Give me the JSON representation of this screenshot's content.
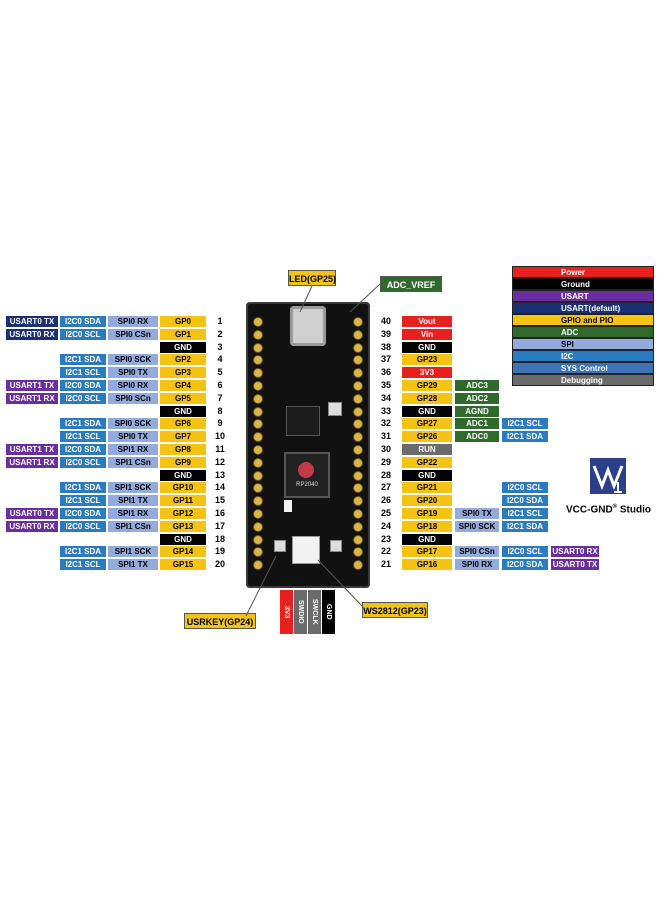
{
  "legend": [
    {
      "label": "Power",
      "color": "#e8201e"
    },
    {
      "label": "Ground",
      "color": "#000000"
    },
    {
      "label": "USART",
      "color": "#6a2ea0"
    },
    {
      "label": "USART(default)",
      "color": "#1c2f72"
    },
    {
      "label": "GPIO and PIO",
      "color": "#f5c314"
    },
    {
      "label": "ADC",
      "color": "#2f6a2c"
    },
    {
      "label": "SPI",
      "color": "#93aadc"
    },
    {
      "label": "I2C",
      "color": "#2b7bc0"
    },
    {
      "label": "SYS Control",
      "color": "#3e73b8"
    },
    {
      "label": "Debugging",
      "color": "#6b6b6b"
    }
  ],
  "brand": "VCC-GND",
  "brand_suffix": "Studio",
  "callouts": {
    "led": "LED(GP25)",
    "adc_vref": "ADC_VREF",
    "userkey": "USRKEY(GP24)",
    "ws2812": "WS2812(GP23)"
  },
  "board_chip_label": "RP2040",
  "debug_pins": [
    "3V3",
    "SWDIO",
    "SWCLK",
    "GND"
  ],
  "left_pins": [
    {
      "num": "1",
      "gpio": "GP0",
      "spi": "SPI0 RX",
      "i2c": "I2C0 SDA",
      "uart": "USART0 TX",
      "uart_default": true
    },
    {
      "num": "2",
      "gpio": "GP1",
      "spi": "SPI0 CSn",
      "i2c": "I2C0 SCL",
      "uart": "USART0 RX",
      "uart_default": true
    },
    {
      "num": "3",
      "gnd": true,
      "gpio": "GND"
    },
    {
      "num": "4",
      "gpio": "GP2",
      "spi": "SPI0 SCK",
      "i2c": "I2C1 SDA"
    },
    {
      "num": "5",
      "gpio": "GP3",
      "spi": "SPI0 TX",
      "i2c": "I2C1 SCL"
    },
    {
      "num": "6",
      "gpio": "GP4",
      "spi": "SPI0 RX",
      "i2c": "I2C0 SDA",
      "uart": "USART1 TX"
    },
    {
      "num": "7",
      "gpio": "GP5",
      "spi": "SPI0 SCn",
      "i2c": "I2C0 SCL",
      "uart": "USART1 RX"
    },
    {
      "num": "8",
      "gnd": true,
      "gpio": "GND"
    },
    {
      "num": "9",
      "gpio": "GP6",
      "spi": "SPI0 SCK",
      "i2c": "I2C1 SDA"
    },
    {
      "num": "10",
      "gpio": "GP7",
      "spi": "SPI0 TX",
      "i2c": "I2C1 SCL"
    },
    {
      "num": "11",
      "gpio": "GP8",
      "spi": "SPI1 RX",
      "i2c": "I2C0 SDA",
      "uart": "USART1 TX"
    },
    {
      "num": "12",
      "gpio": "GP9",
      "spi": "SPI1 CSn",
      "i2c": "I2C0 SCL",
      "uart": "USART1 RX"
    },
    {
      "num": "13",
      "gnd": true,
      "gpio": "GND"
    },
    {
      "num": "14",
      "gpio": "GP10",
      "spi": "SPI1 SCK",
      "i2c": "I2C1 SDA"
    },
    {
      "num": "15",
      "gpio": "GP11",
      "spi": "SPI1 TX",
      "i2c": "I2C1 SCL"
    },
    {
      "num": "16",
      "gpio": "GP12",
      "spi": "SPI1 RX",
      "i2c": "I2C0 SDA",
      "uart": "USART0 TX"
    },
    {
      "num": "17",
      "gpio": "GP13",
      "spi": "SPI1 CSn",
      "i2c": "I2C0 SCL",
      "uart": "USART0 RX"
    },
    {
      "num": "18",
      "gnd": true,
      "gpio": "GND"
    },
    {
      "num": "19",
      "gpio": "GP14",
      "spi": "SPI1 SCK",
      "i2c": "I2C1 SDA"
    },
    {
      "num": "20",
      "gpio": "GP15",
      "spi": "SPI1 TX",
      "i2c": "I2C1 SCL"
    }
  ],
  "right_pins": [
    {
      "num": "40",
      "kind": "power",
      "label": "Vout"
    },
    {
      "num": "39",
      "kind": "power",
      "label": "Vin"
    },
    {
      "num": "38",
      "kind": "ground",
      "label": "GND"
    },
    {
      "num": "37",
      "kind": "gpio",
      "label": "GP23"
    },
    {
      "num": "36",
      "kind": "power",
      "label": "3V3"
    },
    {
      "num": "35",
      "kind": "gpio",
      "label": "GP29",
      "adc": "ADC3"
    },
    {
      "num": "34",
      "kind": "gpio",
      "label": "GP28",
      "adc": "ADC2"
    },
    {
      "num": "33",
      "kind": "ground",
      "label": "GND",
      "adc": "AGND"
    },
    {
      "num": "32",
      "kind": "gpio",
      "label": "GP27",
      "adc": "ADC1",
      "i2c": "I2C1 SCL"
    },
    {
      "num": "31",
      "kind": "gpio",
      "label": "GP26",
      "adc": "ADC0",
      "i2c": "I2C1 SDA"
    },
    {
      "num": "30",
      "kind": "debug",
      "label": "RUN"
    },
    {
      "num": "29",
      "kind": "gpio",
      "label": "GP22"
    },
    {
      "num": "28",
      "kind": "ground",
      "label": "GND"
    },
    {
      "num": "27",
      "kind": "gpio",
      "label": "GP21",
      "i2c": "I2C0 SCL"
    },
    {
      "num": "26",
      "kind": "gpio",
      "label": "GP20",
      "i2c": "I2C0 SDA"
    },
    {
      "num": "25",
      "kind": "gpio",
      "label": "GP19",
      "spi": "SPI0 TX",
      "i2c": "I2C1 SCL"
    },
    {
      "num": "24",
      "kind": "gpio",
      "label": "GP18",
      "spi": "SPI0 SCK",
      "i2c": "I2C1 SDA"
    },
    {
      "num": "23",
      "kind": "ground",
      "label": "GND"
    },
    {
      "num": "22",
      "kind": "gpio",
      "label": "GP17",
      "spi": "SPI0 CSn",
      "i2c": "I2C0 SCL",
      "uart": "USART0 RX"
    },
    {
      "num": "21",
      "kind": "gpio",
      "label": "GP16",
      "spi": "SPI0 RX",
      "i2c": "I2C0 SDA",
      "uart": "USART0 TX"
    }
  ]
}
